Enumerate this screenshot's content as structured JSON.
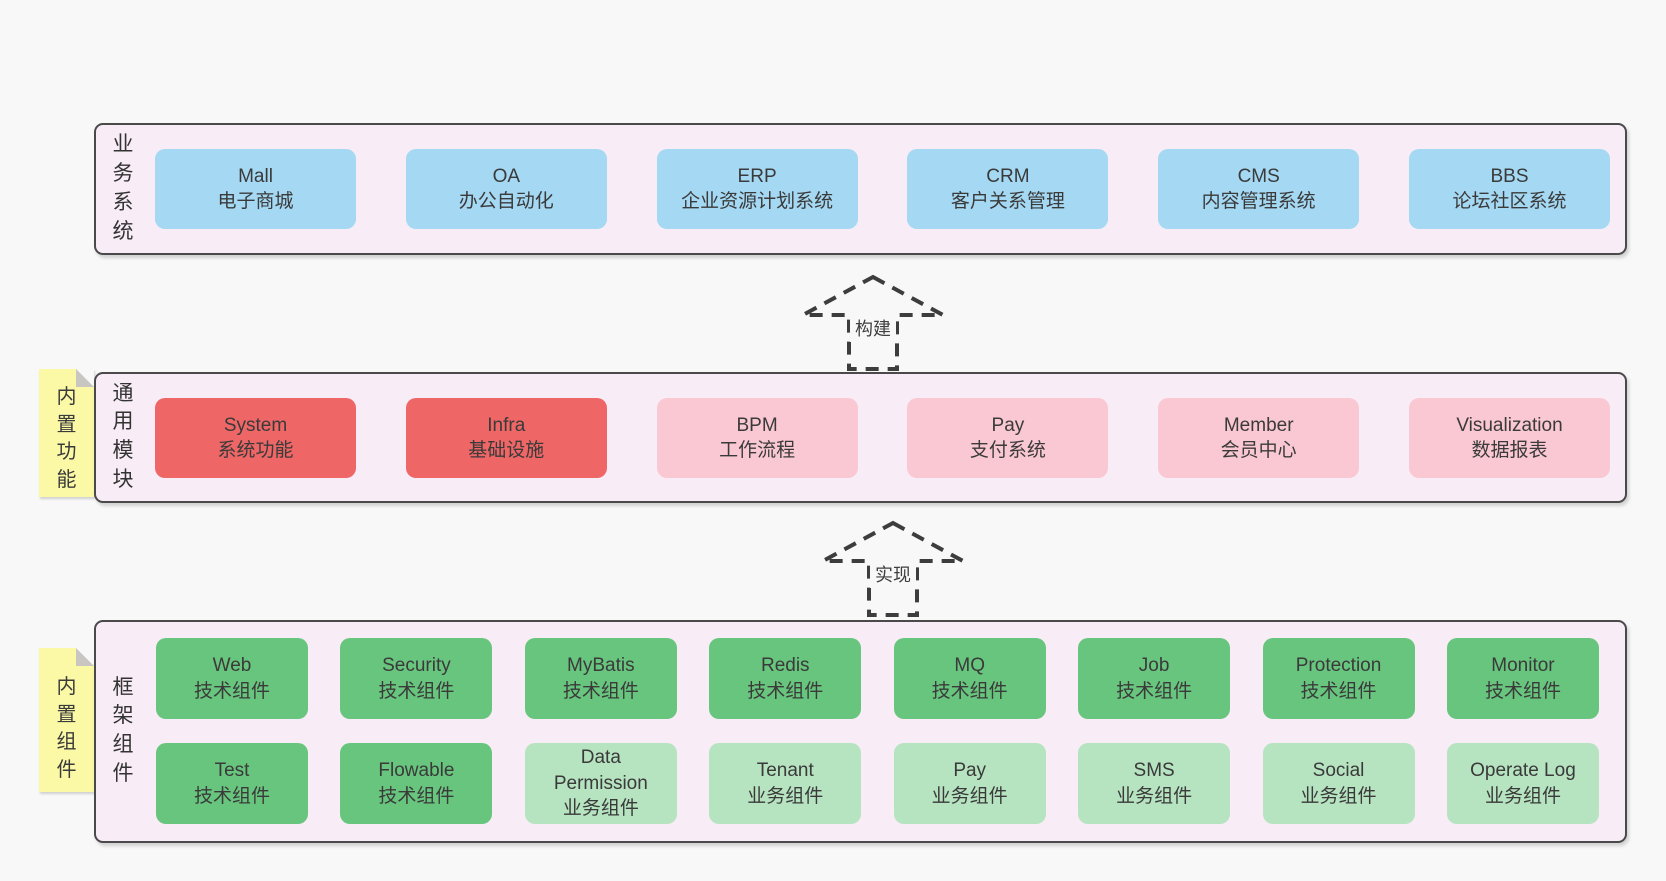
{
  "diagram_title": "",
  "colors": {
    "blue": "#a5d8f3",
    "red": "#ee6666",
    "pink": "#fac8d3",
    "green": "#68c57e",
    "lightgreen": "#b6e3c0",
    "sticky_yellow": "#fbf9a6",
    "container_bg": "#f8edf6",
    "container_border": "#4a4a4a",
    "arrow_stroke": "#3d3d3d",
    "page_bg": "#f8f8f8"
  },
  "arrows": [
    {
      "label": "构建"
    },
    {
      "label": "实现"
    }
  ],
  "layers": [
    {
      "id": "business",
      "label": "业务系统",
      "boxes": [
        {
          "name": "Mall",
          "desc": "电子商城",
          "type": "blue"
        },
        {
          "name": "OA",
          "desc": "办公自动化",
          "type": "blue"
        },
        {
          "name": "ERP",
          "desc": "企业资源计划系统",
          "type": "blue"
        },
        {
          "name": "CRM",
          "desc": "客户关系管理",
          "type": "blue"
        },
        {
          "name": "CMS",
          "desc": "内容管理系统",
          "type": "blue"
        },
        {
          "name": "BBS",
          "desc": "论坛社区系统",
          "type": "blue"
        }
      ]
    },
    {
      "id": "modules",
      "label": "通用模块",
      "sticky": "内置功能",
      "boxes": [
        {
          "name": "System",
          "desc": "系统功能",
          "type": "red"
        },
        {
          "name": "Infra",
          "desc": "基础设施",
          "type": "red"
        },
        {
          "name": "BPM",
          "desc": "工作流程",
          "type": "pink"
        },
        {
          "name": "Pay",
          "desc": "支付系统",
          "type": "pink"
        },
        {
          "name": "Member",
          "desc": "会员中心",
          "type": "pink"
        },
        {
          "name": "Visualization",
          "desc": "数据报表",
          "type": "pink"
        }
      ]
    },
    {
      "id": "framework",
      "label": "框架组件",
      "sticky": "内置组件",
      "rows": [
        [
          {
            "name": "Web",
            "desc": "技术组件",
            "type": "green"
          },
          {
            "name": "Security",
            "desc": "技术组件",
            "type": "green"
          },
          {
            "name": "MyBatis",
            "desc": "技术组件",
            "type": "green"
          },
          {
            "name": "Redis",
            "desc": "技术组件",
            "type": "green"
          },
          {
            "name": "MQ",
            "desc": "技术组件",
            "type": "green"
          },
          {
            "name": "Job",
            "desc": "技术组件",
            "type": "green"
          },
          {
            "name": "Protection",
            "desc": "技术组件",
            "type": "green"
          },
          {
            "name": "Monitor",
            "desc": "技术组件",
            "type": "green"
          }
        ],
        [
          {
            "name": "Test",
            "desc": "技术组件",
            "type": "green"
          },
          {
            "name": "Flowable",
            "desc": "技术组件",
            "type": "green"
          },
          {
            "name": "Data Permission",
            "desc": "业务组件",
            "type": "lightgreen"
          },
          {
            "name": "Tenant",
            "desc": "业务组件",
            "type": "lightgreen"
          },
          {
            "name": "Pay",
            "desc": "业务组件",
            "type": "lightgreen"
          },
          {
            "name": "SMS",
            "desc": "业务组件",
            "type": "lightgreen"
          },
          {
            "name": "Social",
            "desc": "业务组件",
            "type": "lightgreen"
          },
          {
            "name": "Operate Log",
            "desc": "业务组件",
            "type": "lightgreen"
          }
        ]
      ]
    }
  ]
}
